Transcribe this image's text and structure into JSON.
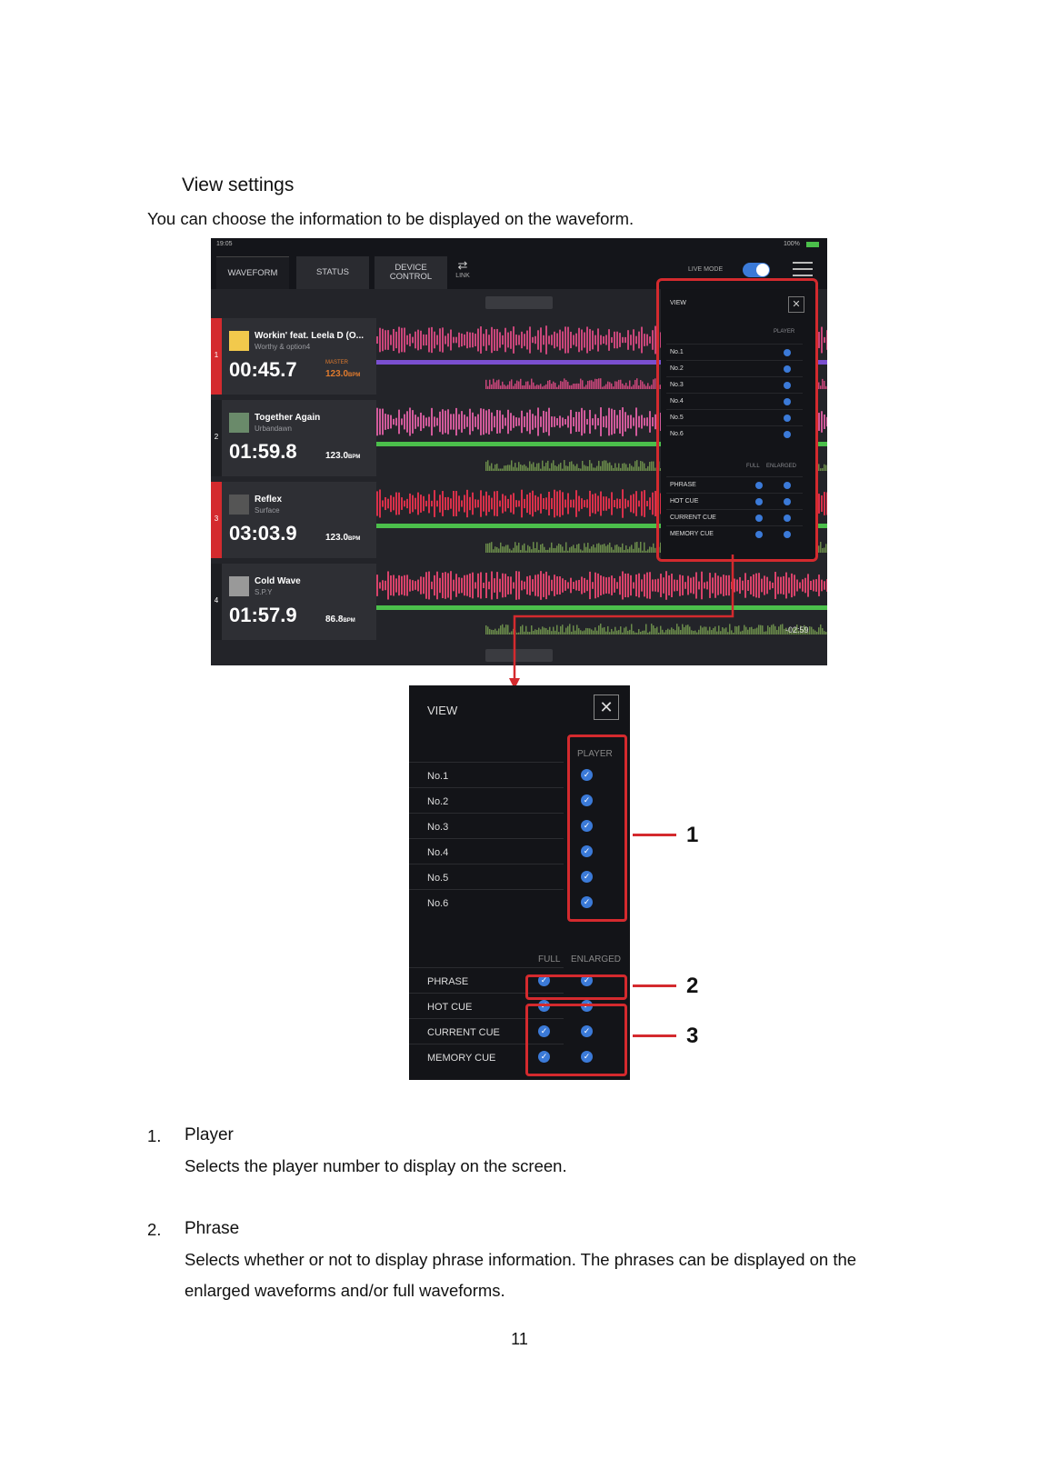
{
  "doc": {
    "heading": "View settings",
    "intro": "You can choose the information to be displayed on the waveform.",
    "items": [
      {
        "num": "1.",
        "title": "Player",
        "text": "Selects the player number to display on the screen."
      },
      {
        "num": "2.",
        "title": "Phrase",
        "text": "Selects whether or not to display phrase information. The phrases can be displayed on the enlarged waveforms and/or full waveforms."
      }
    ],
    "page_number": "11"
  },
  "screen": {
    "clock": "19:05",
    "battery": "100%",
    "tabs": [
      "WAVEFORM",
      "STATUS",
      "DEVICE CONTROL"
    ],
    "link_label": "LINK",
    "live_mode_label": "LIVE MODE",
    "decks": [
      {
        "num": "1",
        "title": "Workin' feat. Leela D (O...",
        "artist": "Worthy & option4",
        "time": "00:45.7",
        "bpm": "123.0",
        "bpm_unit": "BPM",
        "master": "MASTER",
        "marker_color": "#d42a2e",
        "wave_color": "#c9467a",
        "line_color": "#7a4fd0"
      },
      {
        "num": "2",
        "title": "Together Again",
        "artist": "Urbandawn",
        "time": "01:59.8",
        "bpm": "123.0",
        "bpm_unit": "BPM",
        "master": "",
        "marker_color": "#1d1e22",
        "wave_color": "#d05a9a",
        "line_color": "#4bbf4b"
      },
      {
        "num": "3",
        "title": "Reflex",
        "artist": "Surface",
        "time": "03:03.9",
        "bpm": "123.0",
        "bpm_unit": "BPM",
        "master": "",
        "marker_color": "#d42a2e",
        "wave_color": "#d8304a",
        "line_color": "#4bbf4b"
      },
      {
        "num": "4",
        "title": "Cold Wave",
        "artist": "S.P.Y",
        "time": "01:57.9",
        "bpm": "86.8",
        "bpm_unit": "BPM",
        "master": "",
        "marker_color": "#1d1e22",
        "wave_color": "#d8426a",
        "line_color": "#4bbf4b"
      }
    ],
    "remaining": "-02:59",
    "view_panel": {
      "title": "VIEW",
      "player_header": "PLAYER",
      "players": [
        "No.1",
        "No.2",
        "No.3",
        "No.4",
        "No.5",
        "No.6"
      ],
      "full_header": "FULL",
      "enlarged_header": "ENLARGED",
      "options": [
        "PHRASE",
        "HOT CUE",
        "CURRENT CUE",
        "MEMORY CUE"
      ]
    }
  },
  "callouts": [
    "1",
    "2",
    "3"
  ]
}
